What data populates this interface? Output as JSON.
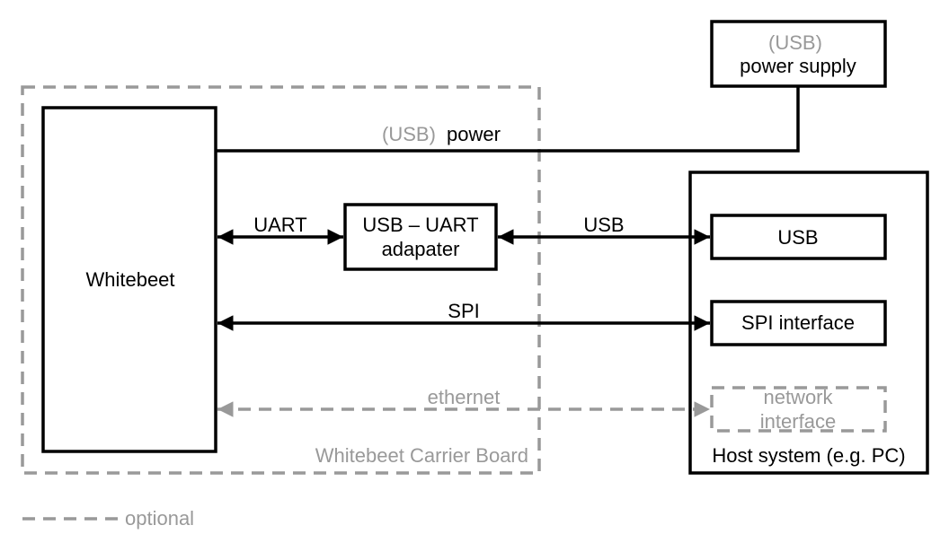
{
  "colors": {
    "main": "#000000",
    "optional": "#999999"
  },
  "power_supply": {
    "prefix": "(USB)",
    "label": "power supply"
  },
  "whitebeet": {
    "label": "Whitebeet"
  },
  "carrier_board": {
    "label": "Whitebeet Carrier Board"
  },
  "adapter": {
    "line1": "USB – UART",
    "line2": "adapater"
  },
  "host": {
    "label": "Host system (e.g. PC)",
    "usb": "USB",
    "spi": "SPI interface",
    "network_line1": "network",
    "network_line2": "interface"
  },
  "connections": {
    "power_prefix": "(USB)",
    "power": "power",
    "uart": "UART",
    "usb": "USB",
    "spi": "SPI",
    "ethernet": "ethernet"
  },
  "legend": {
    "optional": "optional"
  }
}
